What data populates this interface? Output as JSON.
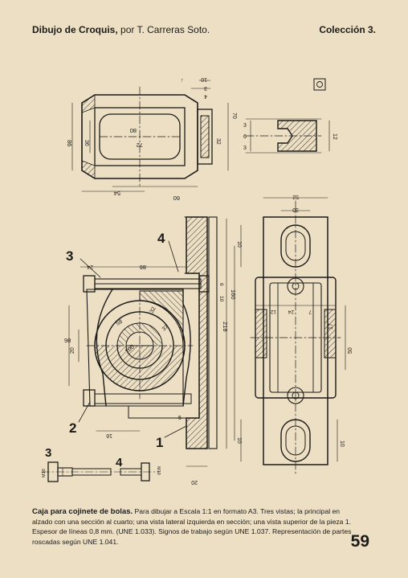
{
  "header": {
    "title_bold": "Dibujo de Croquis,",
    "title_rest": "por T. Carreras Soto.",
    "collection": "Colección 3."
  },
  "caption": {
    "title": "Caja para cojinete de bolas.",
    "body": "Para dibujar a Escala 1:1 en formato A3. Tres vistas; la principal en alzado con una sección al cuarto; una vista lateral izquierda en sección; una vista superior de la pieza 1. Espesor de líneas 0,8 mm. (UNE 1.033). Signos de trabajo según UNE 1.037. Representación de partes roscadas según UNE 1.041."
  },
  "page_number": "59",
  "part_numbers": [
    "1",
    "2",
    "3",
    "4"
  ],
  "dimensions": {
    "top_view": [
      "10",
      "3",
      "4",
      "86",
      "36",
      "80",
      "72",
      "54",
      "60",
      "32",
      "70"
    ],
    "side_section": [
      "3",
      "6",
      "3",
      "12"
    ],
    "front_view": [
      "24",
      "86",
      "98",
      "20",
      "58",
      "100",
      "32",
      "37",
      "16",
      "5",
      "218",
      "10",
      "6",
      "20"
    ],
    "right_view": [
      "52",
      "30",
      "10",
      "160",
      "10",
      "24",
      "12",
      "7",
      "17",
      "50",
      "10"
    ],
    "bolt": [
      "M10",
      "M10",
      "3"
    ]
  },
  "icons": [
    "mill-stamp-icon"
  ]
}
